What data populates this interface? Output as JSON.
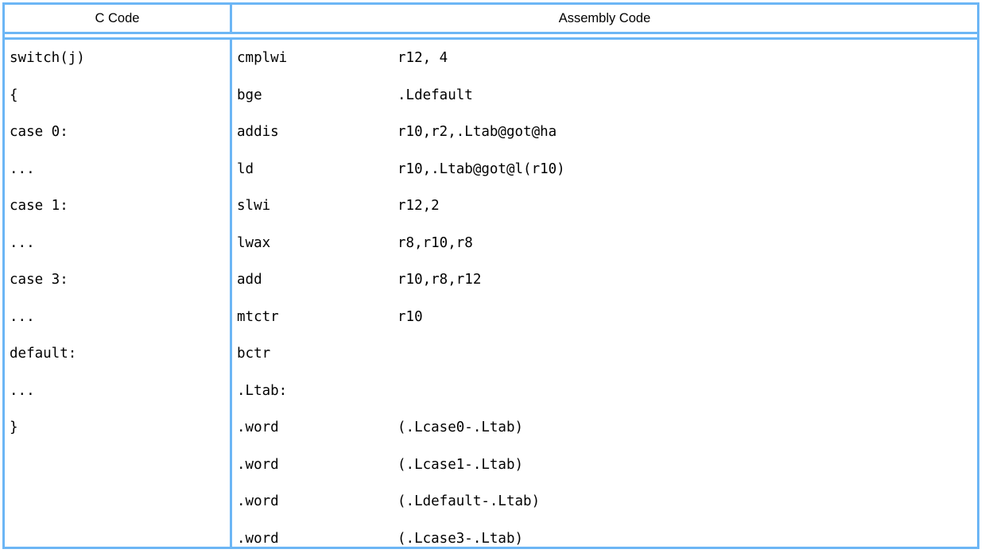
{
  "table": {
    "columns": [
      {
        "id": "c-code",
        "label": "C Code"
      },
      {
        "id": "assembly-code",
        "label": "Assembly Code"
      }
    ],
    "border_color": "#6cb6f5",
    "text_color": "#000000",
    "c_code_lines": [
      "switch(j)",
      "{",
      "case 0:",
      "...",
      "case 1:",
      "...",
      "case 3:",
      "...",
      "default:",
      "...",
      "}"
    ],
    "assembly_lines": [
      {
        "mnemonic": "cmplwi",
        "operand": "r12, 4"
      },
      {
        "mnemonic": "bge",
        "operand": ".Ldefault"
      },
      {
        "mnemonic": "addis",
        "operand": "r10,r2,.Ltab@got@ha"
      },
      {
        "mnemonic": "ld",
        "operand": "r10,.Ltab@got@l(r10)"
      },
      {
        "mnemonic": "slwi",
        "operand": "r12,2"
      },
      {
        "mnemonic": "lwax",
        "operand": "r8,r10,r8"
      },
      {
        "mnemonic": "add",
        "operand": "r10,r8,r12"
      },
      {
        "mnemonic": "mtctr",
        "operand": "r10"
      },
      {
        "mnemonic": "bctr",
        "operand": ""
      },
      {
        "mnemonic": ".Ltab:",
        "operand": ""
      },
      {
        "mnemonic": ".word",
        "operand": "(.Lcase0-.Ltab)"
      },
      {
        "mnemonic": ".word",
        "operand": "(.Lcase1-.Ltab)"
      },
      {
        "mnemonic": ".word",
        "operand": "(.Ldefault-.Ltab)"
      },
      {
        "mnemonic": ".word",
        "operand": "(.Lcase3-.Ltab)"
      }
    ]
  }
}
